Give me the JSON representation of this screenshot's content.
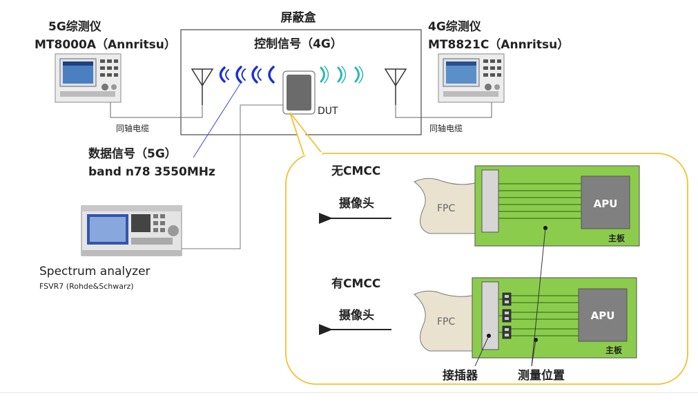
{
  "shield_box": {
    "title": "屏蔽盒",
    "control_signal": "控制信号（4G）",
    "dut": "DUT"
  },
  "tester_5g": {
    "line1": "5G综测仪",
    "line2": "MT8000A（Annritsu）"
  },
  "tester_4g": {
    "line1": "4G综测仪",
    "line2": "MT8821C（Annritsu）"
  },
  "cable_label": "同轴电缆",
  "data_signal": {
    "line1": "数据信号（5G）",
    "line2": "band n78 3550MHz"
  },
  "spectrum_analyzer": {
    "line1": "Spectrum analyzer",
    "line2": "FSVR7 (Rohde&Schwarz)"
  },
  "case_without": {
    "line1": "无CMCC",
    "line2": "摄像头"
  },
  "case_with": {
    "line1": "有CMCC",
    "line2": "摄像头"
  },
  "pcb": {
    "fpc": "FPC",
    "apu": "APU",
    "board": "主板"
  },
  "labels": {
    "connector": "接插器",
    "measure_position": "测量位置"
  },
  "colors": {
    "signal_blue": "#1a2fd6",
    "signal_teal": "#2bb9b0",
    "pcb_green": "#8ccc4c",
    "callout_gold": "#f2c12e",
    "apu_gray": "#808080"
  }
}
